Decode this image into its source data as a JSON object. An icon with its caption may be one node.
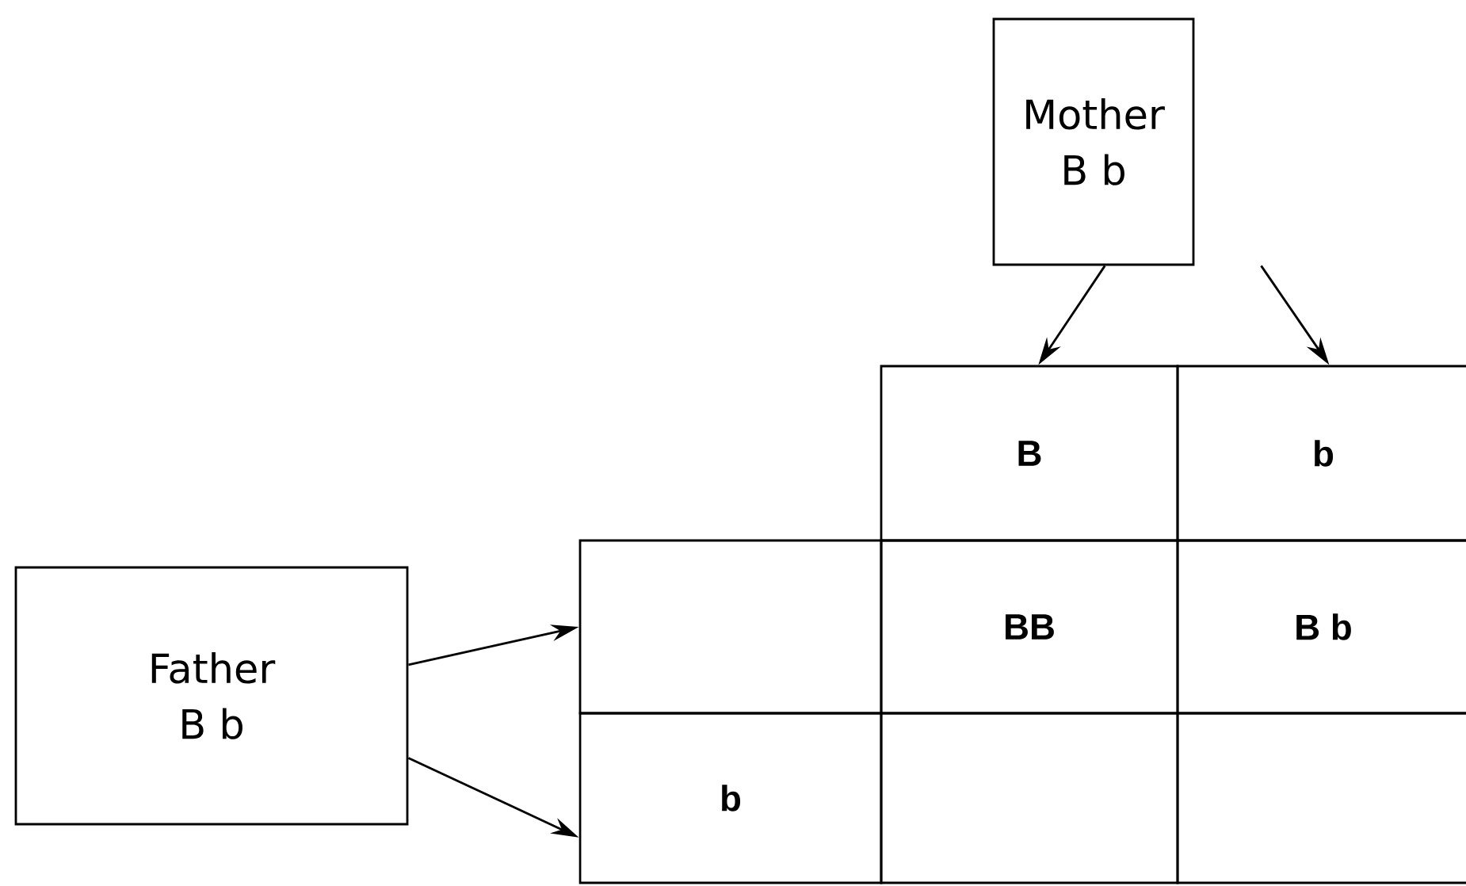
{
  "diagram": {
    "nodes": [
      {
        "text": [
          "Mother",
          "B b"
        ]
      },
      {
        "text": [
          "Father",
          "B b"
        ]
      },
      {
        "text": [
          "B"
        ]
      },
      {
        "text": [
          "b"
        ]
      },
      {
        "text": [],
        "shape": "box"
      },
      {
        "text": [
          "BB"
        ]
      },
      {
        "text": [
          "B b"
        ]
      },
      {
        "text": [
          "b"
        ]
      },
      {
        "text": [],
        "shape": "box"
      },
      {
        "text": [],
        "shape": "box"
      }
    ],
    "edges": [
      {
        "from": 0,
        "to": 2,
        "arrow": "to"
      },
      {
        "from": 0,
        "to": 3,
        "arrow": "to"
      },
      {
        "from": 1,
        "to": 4,
        "arrow": "to"
      },
      {
        "from": 1,
        "to": 7,
        "arrow": "to"
      }
    ]
  }
}
